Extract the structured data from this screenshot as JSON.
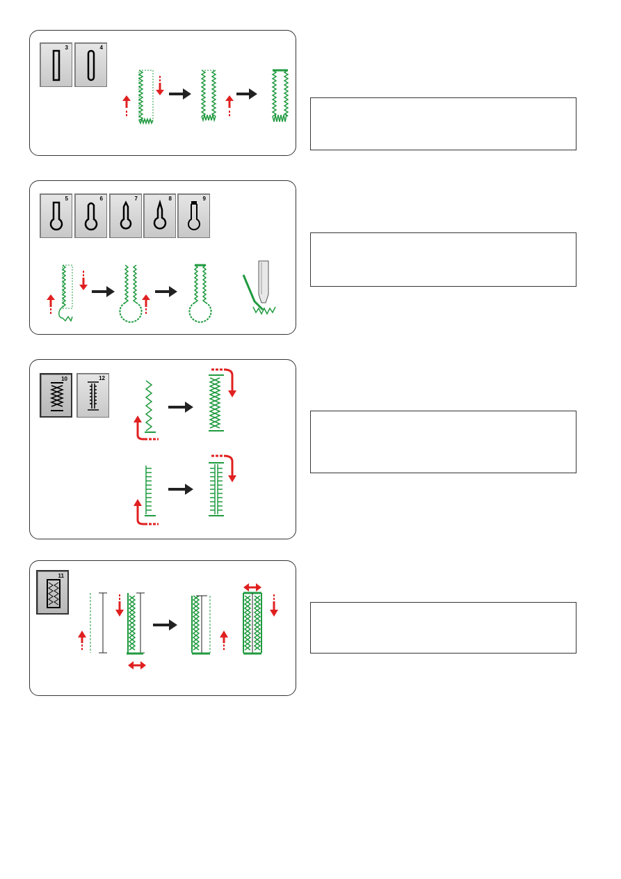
{
  "panels": [
    {
      "id": "p1",
      "buttons": [
        {
          "number": "3"
        },
        {
          "number": "4"
        }
      ]
    },
    {
      "id": "p2",
      "buttons": [
        {
          "number": "5"
        },
        {
          "number": "6"
        },
        {
          "number": "7"
        },
        {
          "number": "8"
        },
        {
          "number": "9"
        }
      ]
    },
    {
      "id": "p3",
      "buttons": [
        {
          "number": "10"
        },
        {
          "number": "12"
        }
      ]
    },
    {
      "id": "p4",
      "buttons": [
        {
          "number": "11"
        }
      ]
    }
  ],
  "colors": {
    "stitch": "#1f9a3f",
    "arrow_red": "#e02020",
    "arrow_black": "#222222"
  },
  "icons": [
    "square-buttonhole-icon",
    "round-buttonhole-icon",
    "keyhole-buttonhole-icon",
    "bartack-buttonhole-icon",
    "bound-buttonhole-icon",
    "red-direction-arrow-icon",
    "black-flow-arrow-icon",
    "presser-foot-icon"
  ]
}
